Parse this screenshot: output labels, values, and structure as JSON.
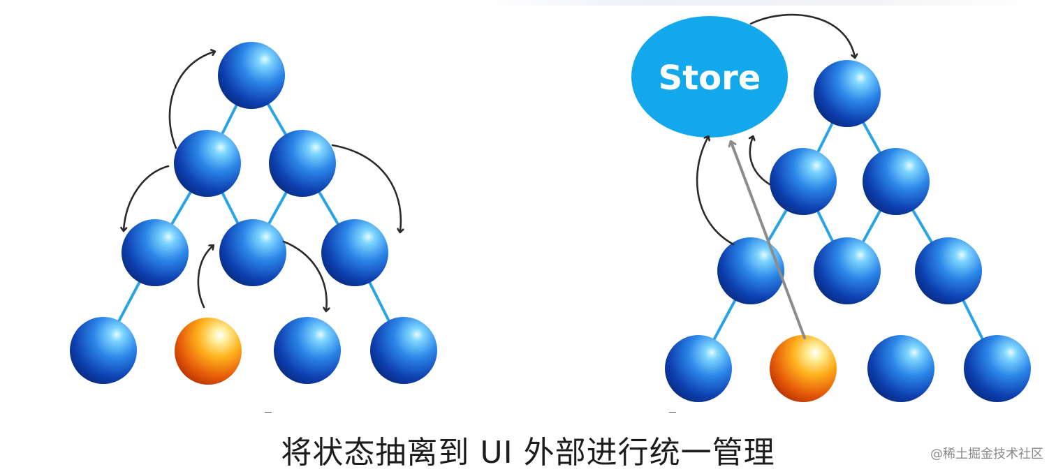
{
  "diagram": {
    "store_label": "Store",
    "caption": "将状态抽离到 UI 外部进行统一管理",
    "watermark": "@稀土掘金技术社区",
    "colors": {
      "node_blue": "#1f6fd6",
      "node_orange": "#f07a10",
      "store_fill": "#13a8ec",
      "edge": "#29a3e6",
      "arrow": "#2a2a2a",
      "gray_arrow": "#8c8c8c"
    }
  }
}
